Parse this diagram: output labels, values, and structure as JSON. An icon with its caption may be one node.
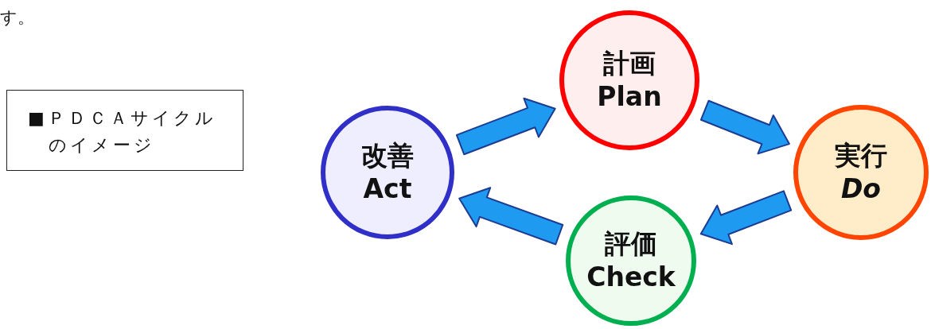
{
  "diagram": {
    "nodes": [
      {
        "text": [
          "■ＰＤＣＡサイクルのイメージ"
        ]
      },
      {
        "text": [
          "計画",
          "Plan"
        ]
      },
      {
        "text": [
          "実行",
          "Do"
        ]
      },
      {
        "text": [
          "評価",
          "Check"
        ]
      },
      {
        "text": [
          "改善",
          "Act"
        ]
      }
    ],
    "edges": [
      {
        "from": 4,
        "to": 1,
        "arrow": "to",
        "style": "thick"
      },
      {
        "from": 1,
        "to": 2,
        "arrow": "to",
        "style": "thick"
      },
      {
        "from": 2,
        "to": 3,
        "arrow": "to",
        "style": "thick"
      },
      {
        "from": 3,
        "to": 4,
        "arrow": "to",
        "style": "thick"
      }
    ],
    "labels": [
      "す。"
    ]
  }
}
